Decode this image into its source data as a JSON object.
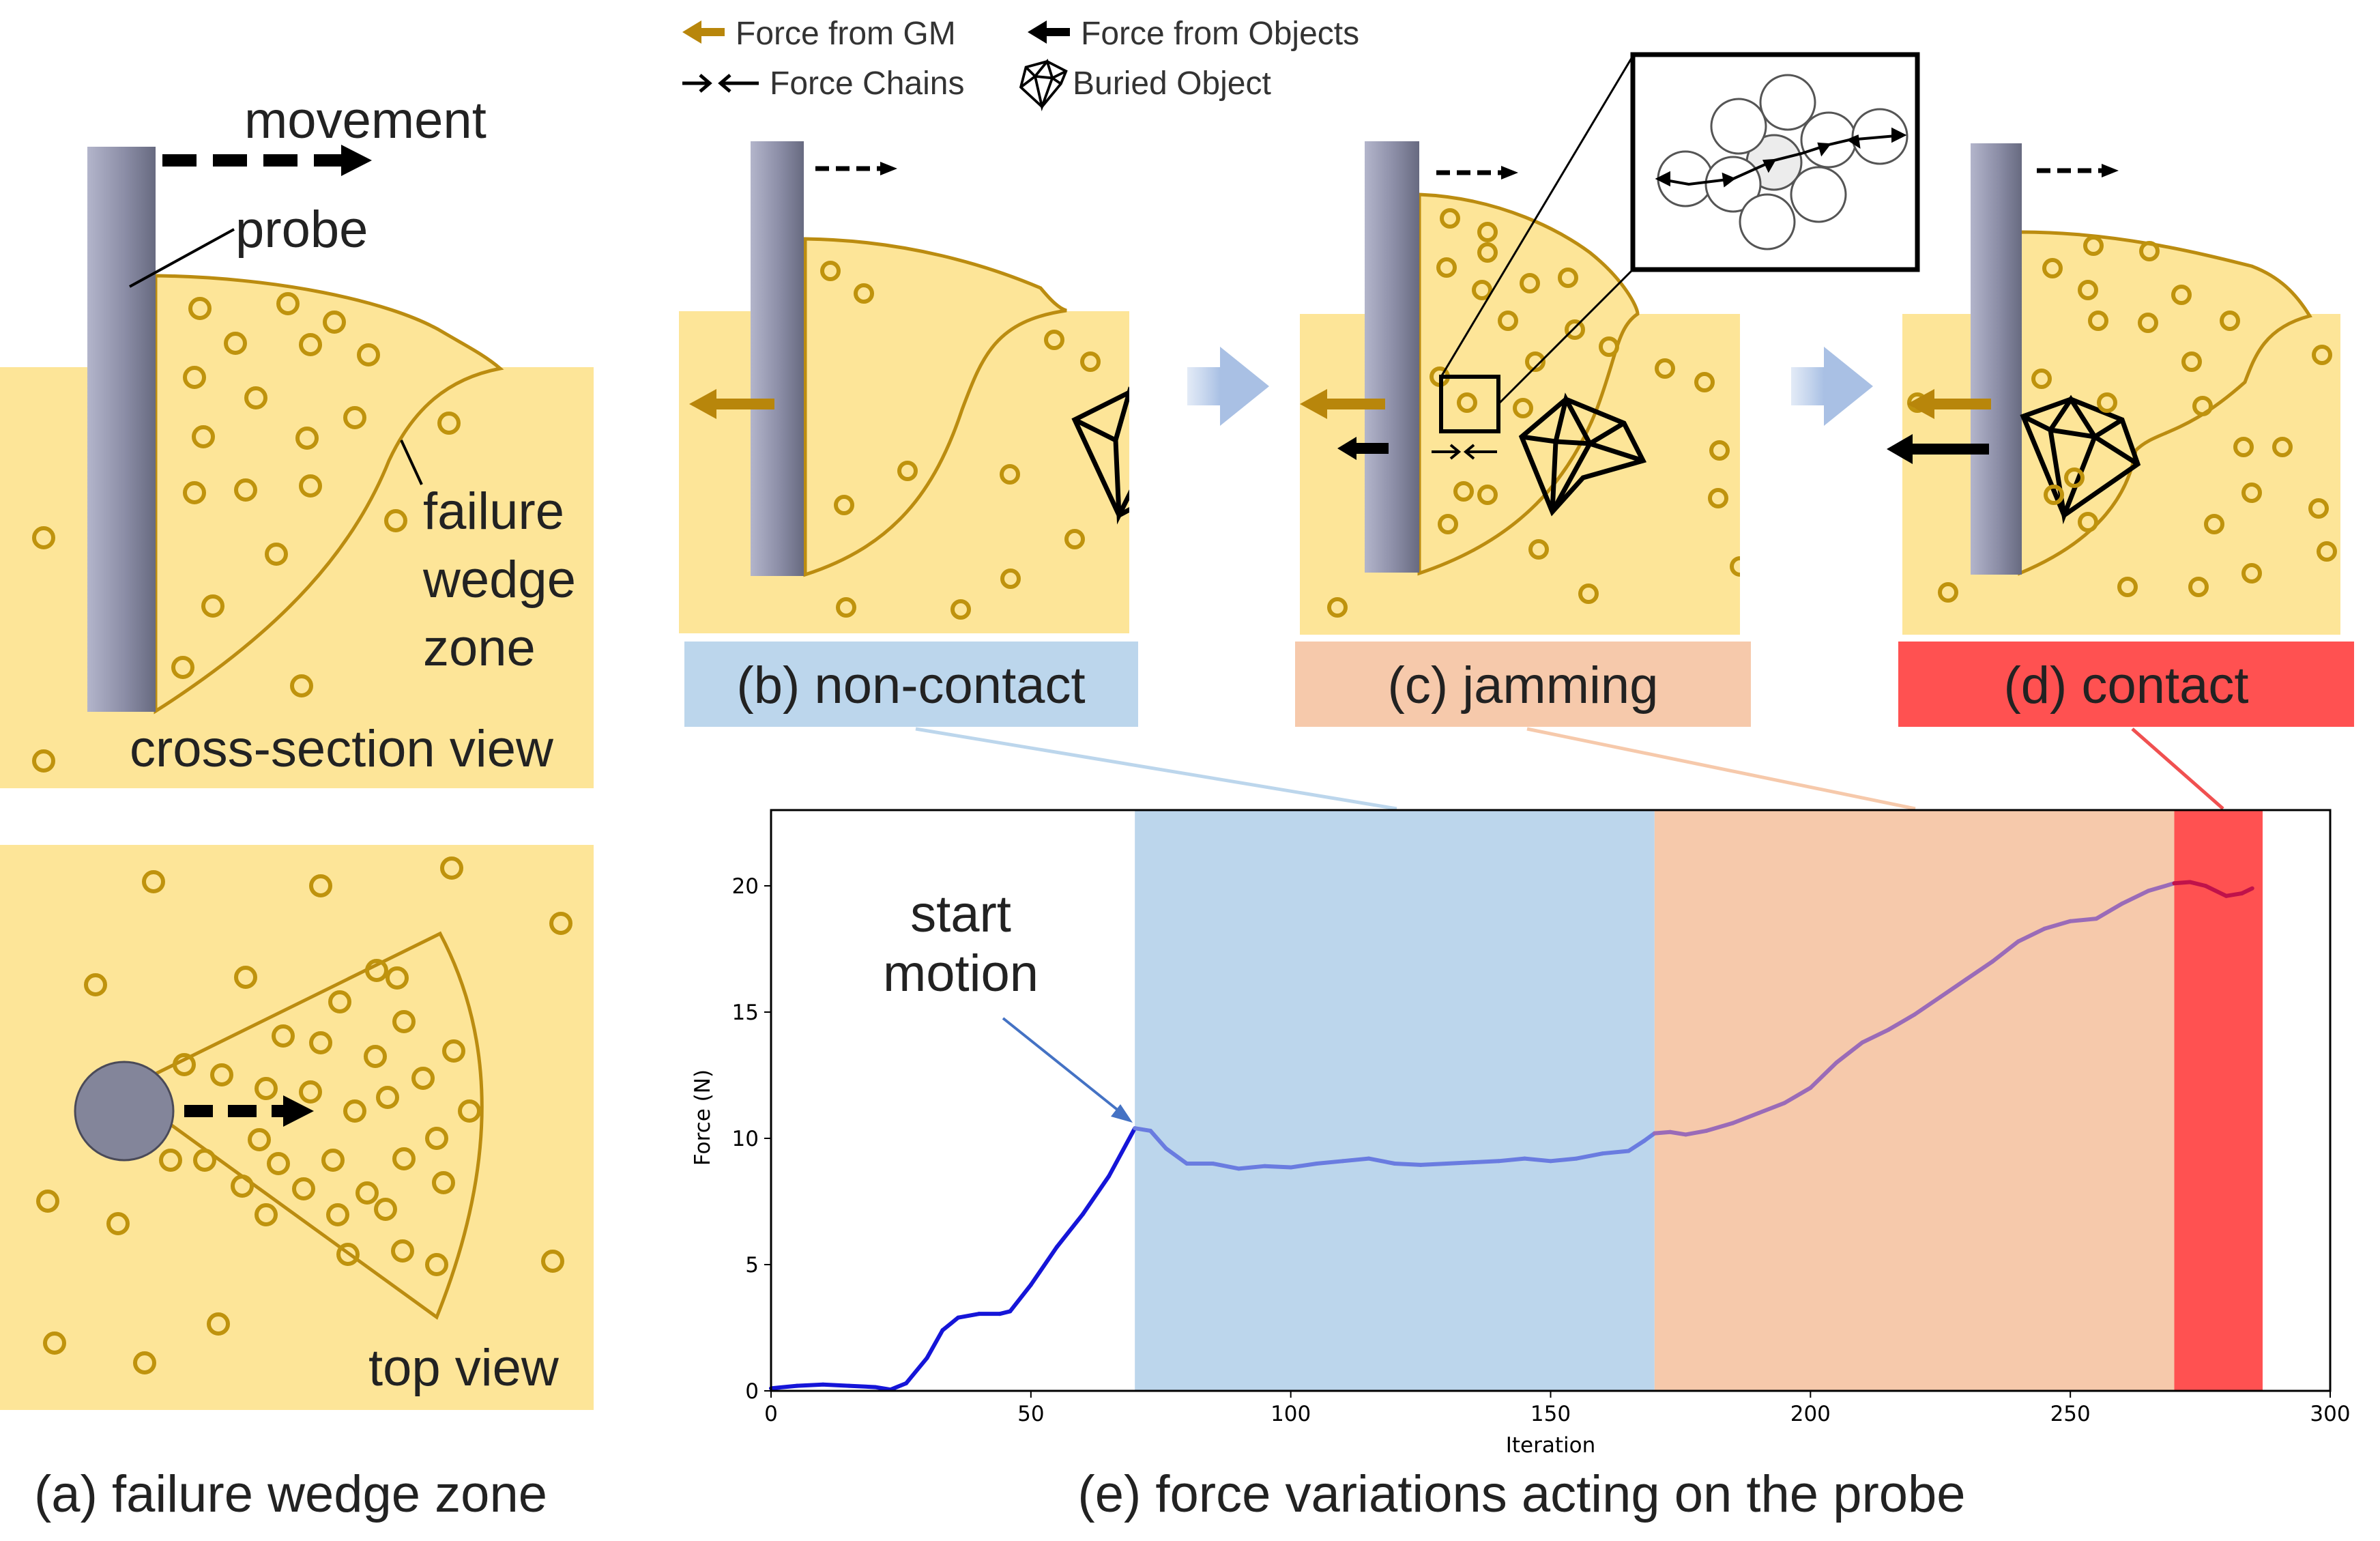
{
  "legend": {
    "force_gm": "Force from GM",
    "force_objects": "Force from Objects",
    "force_chains": "Force Chains",
    "buried_object": "Buried Object"
  },
  "panel_a": {
    "movement": "movement",
    "probe": "probe",
    "failure_1": "failure",
    "failure_2": "wedge",
    "failure_3": "zone",
    "cross_section": "cross-section view",
    "top_view": "top view",
    "caption": "(a) failure wedge zone"
  },
  "panels": {
    "b_label": "(b) non-contact",
    "c_label": "(c) jamming",
    "d_label": "(d) contact"
  },
  "plot": {
    "annotation_1": "start",
    "annotation_2": "motion",
    "caption": "(e) force variations acting on the probe"
  },
  "colors": {
    "sand": "#FDE598",
    "grain": "#BF930D",
    "non_contact": "#BCD6EC",
    "jamming": "#F6C9AB",
    "contact": "#FF5151",
    "probe": "#83859A",
    "arrow_gm": "#B8860B"
  },
  "chart_data": {
    "type": "line",
    "title": "",
    "xlabel": "Iteration",
    "ylabel": "Force (N)",
    "xlim": [
      0,
      300
    ],
    "ylim": [
      0,
      23
    ],
    "xticks": [
      "0",
      "50",
      "100",
      "150",
      "200",
      "250",
      "300"
    ],
    "yticks": [
      "0",
      "5",
      "10",
      "15",
      "20"
    ],
    "regions": [
      {
        "x_start": 70,
        "x_end": 170,
        "phase": "non-contact",
        "color": "#BCD6EC"
      },
      {
        "x_start": 170,
        "x_end": 270,
        "phase": "jamming",
        "color": "#F6C9AB"
      },
      {
        "x_start": 270,
        "x_end": 287,
        "phase": "contact",
        "color": "#FF5151"
      }
    ],
    "series": [
      {
        "x": [
          0,
          5,
          10,
          15,
          20,
          23,
          26,
          30,
          33,
          36,
          40,
          44,
          46,
          50,
          55,
          60,
          65,
          70,
          73,
          76,
          80,
          85,
          90,
          95,
          100,
          105,
          110,
          115,
          120,
          125,
          130,
          135,
          140,
          145,
          150,
          155,
          160,
          165,
          168,
          170,
          173,
          176,
          180,
          185,
          190,
          195,
          200,
          205,
          210,
          215,
          220,
          225,
          230,
          235,
          240,
          245,
          250,
          255,
          260,
          265,
          270,
          273,
          276,
          280,
          283,
          285
        ],
        "y": [
          0.1,
          0.2,
          0.25,
          0.2,
          0.15,
          0.05,
          0.3,
          1.3,
          2.4,
          2.9,
          3.05,
          3.05,
          3.15,
          4.2,
          5.7,
          7.0,
          8.5,
          10.4,
          10.3,
          9.6,
          9.0,
          9.0,
          8.8,
          8.9,
          8.85,
          9.0,
          9.1,
          9.2,
          9.0,
          8.95,
          9.0,
          9.05,
          9.1,
          9.2,
          9.1,
          9.2,
          9.4,
          9.5,
          9.9,
          10.2,
          10.25,
          10.15,
          10.3,
          10.6,
          11.0,
          11.4,
          12.0,
          13.0,
          13.8,
          14.3,
          14.9,
          15.6,
          16.3,
          17.0,
          17.8,
          18.3,
          18.6,
          18.7,
          19.3,
          19.8,
          20.1,
          20.15,
          20.0,
          19.6,
          19.7,
          19.9
        ]
      }
    ]
  }
}
